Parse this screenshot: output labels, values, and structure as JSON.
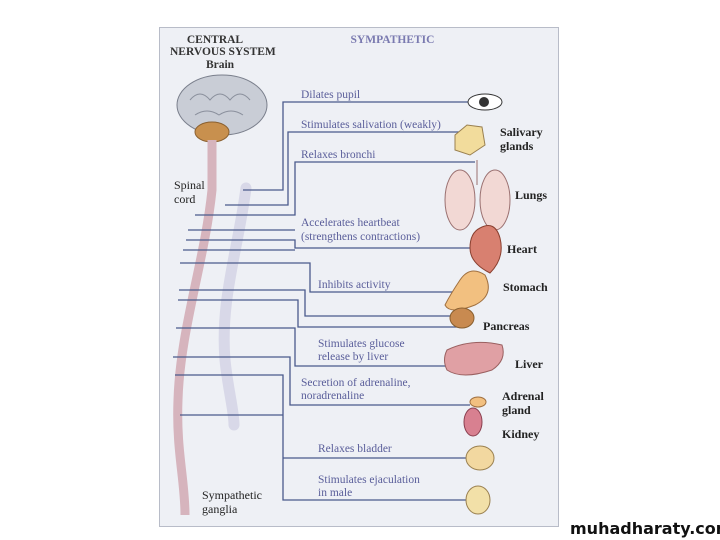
{
  "headers": {
    "cns_line1": "CENTRAL",
    "cns_line2": "NERVOUS SYSTEM",
    "brain": "Brain",
    "sympathetic": "SYMPATHETIC",
    "spinal_line1": "Spinal",
    "spinal_line2": "cord",
    "ganglia_line1": "Sympathetic",
    "ganglia_line2": "ganglia"
  },
  "effects": [
    {
      "text": "Dilates pupil"
    },
    {
      "text": "Stimulates salivation (weakly)"
    },
    {
      "text": "Relaxes bronchi"
    },
    {
      "text": "Accelerates heartbeat"
    },
    {
      "text": "(strengthens contractions)"
    },
    {
      "text": "Inhibits activity"
    },
    {
      "text": "Stimulates glucose"
    },
    {
      "text": "release by liver"
    },
    {
      "text": "Secretion of adrenaline,"
    },
    {
      "text": "noradrenaline"
    },
    {
      "text": "Relaxes bladder"
    },
    {
      "text": "Stimulates ejaculation"
    },
    {
      "text": "in male"
    }
  ],
  "organs": {
    "salivary1": "Salivary",
    "salivary2": "glands",
    "lungs": "Lungs",
    "heart": "Heart",
    "stomach": "Stomach",
    "pancreas": "Pancreas",
    "liver": "Liver",
    "adrenal1": "Adrenal",
    "adrenal2": "gland",
    "kidney": "Kidney"
  },
  "watermark": "muhadharaty.com",
  "colors": {
    "nerve": "#4a5a8c",
    "label": "#5a5e9a"
  }
}
